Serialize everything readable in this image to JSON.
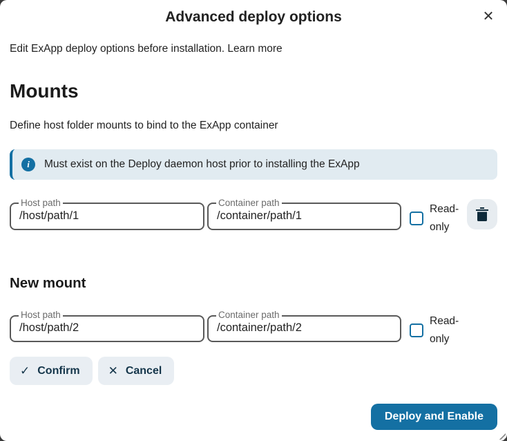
{
  "dialog": {
    "title": "Advanced deploy options",
    "intro_text": "Edit ExApp deploy options before installation. ",
    "learn_more_label": "Learn more"
  },
  "icons": {
    "close": "✕",
    "info": "i",
    "check": "✓",
    "cancel_x": "✕"
  },
  "mounts": {
    "heading": "Mounts",
    "description": "Define host folder mounts to bind to the ExApp container",
    "note_text": "Must exist on the Deploy daemon host prior to installing the ExApp",
    "rows": [
      {
        "host_label": "Host path",
        "host_value": "/host/path/1",
        "container_label": "Container path",
        "container_value": "/container/path/1",
        "readonly_label": "Read-only",
        "readonly_checked": false
      }
    ]
  },
  "new_mount": {
    "heading": "New mount",
    "host_label": "Host path",
    "host_value": "/host/path/2",
    "container_label": "Container path",
    "container_value": "/container/path/2",
    "readonly_label": "Read-only",
    "readonly_checked": false
  },
  "actions": {
    "confirm_label": "Confirm",
    "cancel_label": "Cancel"
  },
  "footer": {
    "deploy_label": "Deploy and Enable"
  },
  "colors": {
    "primary": "#1470a3",
    "note_background": "#e1ebf1",
    "secondary_button_background": "#e9eef3",
    "secondary_button_text": "#14354a",
    "backdrop": "#3a3a3a"
  }
}
